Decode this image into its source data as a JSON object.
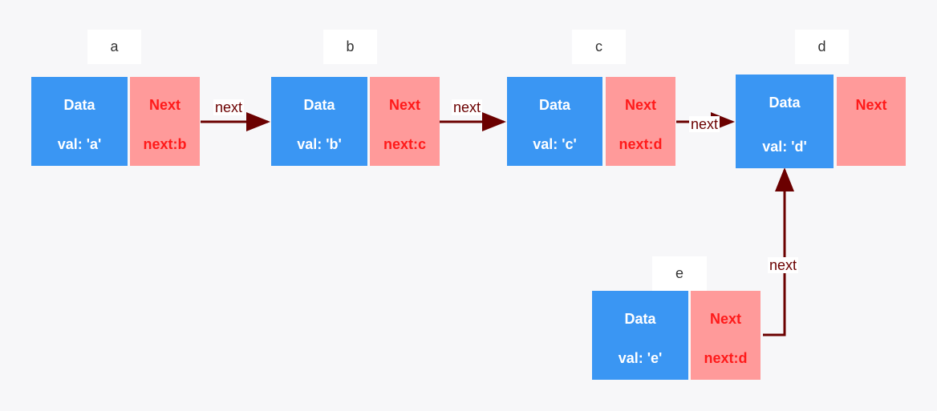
{
  "nodes": {
    "a": {
      "name": "a",
      "data_title": "Data",
      "data_value": "val: 'a'",
      "next_title": "Next",
      "next_value": "next:b"
    },
    "b": {
      "name": "b",
      "data_title": "Data",
      "data_value": "val: 'b'",
      "next_title": "Next",
      "next_value": "next:c"
    },
    "c": {
      "name": "c",
      "data_title": "Data",
      "data_value": "val: 'c'",
      "next_title": "Next",
      "next_value": "next:d"
    },
    "d": {
      "name": "d",
      "data_title": "Data",
      "data_value": "val: 'd'",
      "next_title": "Next",
      "next_value": ""
    },
    "e": {
      "name": "e",
      "data_title": "Data",
      "data_value": "val: 'e'",
      "next_title": "Next",
      "next_value": "next:d"
    }
  },
  "edges": {
    "a_b": {
      "label": "next"
    },
    "b_c": {
      "label": "next"
    },
    "c_d": {
      "label": "next"
    },
    "e_d": {
      "label": "next"
    }
  },
  "colors": {
    "data_fill": "#3a96f3",
    "next_fill": "#ff9a9a",
    "next_text": "#ff1a1a",
    "arrow": "#6b0000",
    "background": "#f7f7f9"
  }
}
